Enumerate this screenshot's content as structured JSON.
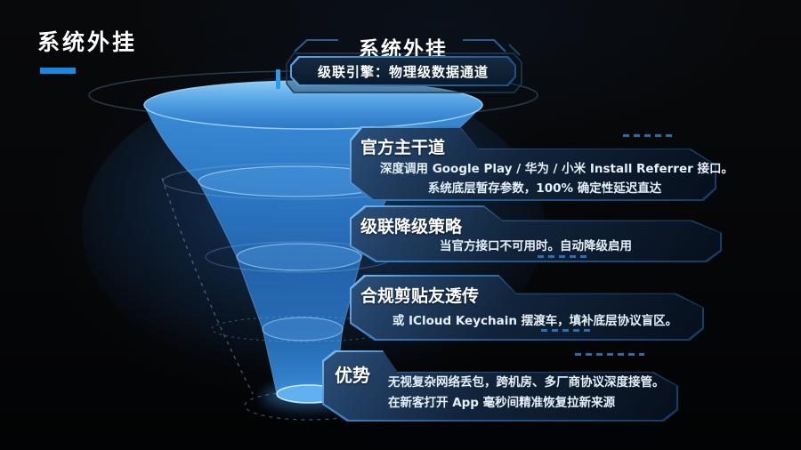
{
  "title_corner": "系统外挂",
  "header": {
    "title": "系统外挂",
    "badge": "级联引擎：物理级数据通道"
  },
  "funnel": {
    "type": "funnel",
    "tier_count": 4,
    "stages": [
      "官方主干道",
      "级联降级策略",
      "合规剪贴友透传",
      "优势"
    ]
  },
  "panels": [
    {
      "title": "官方主干道",
      "lines": [
        "深度调用 Google Play / 华为 / 小米 Install Referrer 接口。",
        "系统底层暂存参数，100% 确定性延迟直达"
      ]
    },
    {
      "title": "级联降级策略",
      "lines": [
        "当官方接口不可用时。自动降级启用"
      ]
    },
    {
      "title": "合规剪贴友透传",
      "lines": [
        "或 ICloud Keychain 摆渡车，填补底层协议盲区。"
      ]
    },
    {
      "title": "优势",
      "lines": [
        "无视复杂网络丢包，跨机房、多厂商协议深度接管。",
        "在新客打开 App 毫秒间精准恢复拉新来源"
      ]
    }
  ],
  "colors": {
    "accent": "#1e86e0",
    "funnel_blue": "#2e7ccb",
    "funnel_rim": "#9dd4f8",
    "panel_border": "#3b7cc0",
    "background": "#050607"
  }
}
